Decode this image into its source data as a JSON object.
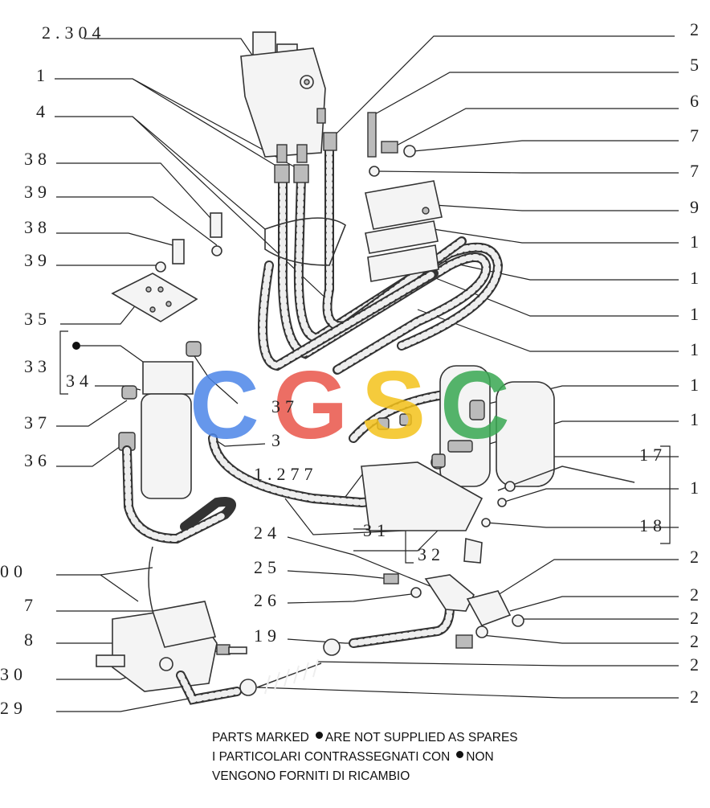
{
  "watermark": {
    "text": "CGSC",
    "colors": [
      "#4c86e8",
      "#e9554a",
      "#f4c21b",
      "#39a852"
    ]
  },
  "labels_left": [
    {
      "id": "a",
      "text": "2.304"
    },
    {
      "id": "b",
      "text": "1"
    },
    {
      "id": "c",
      "text": "4"
    },
    {
      "id": "d",
      "text": "38"
    },
    {
      "id": "e",
      "text": "39"
    },
    {
      "id": "f",
      "text": "38"
    },
    {
      "id": "g",
      "text": "39"
    },
    {
      "id": "h",
      "text": "35"
    },
    {
      "id": "i",
      "text": "33"
    },
    {
      "id": "j",
      "text": "34"
    },
    {
      "id": "k",
      "text": "37"
    },
    {
      "id": "l",
      "text": "36"
    },
    {
      "id": "m",
      "text": "00"
    },
    {
      "id": "n",
      "text": "7"
    },
    {
      "id": "o",
      "text": "8"
    },
    {
      "id": "p",
      "text": "30"
    },
    {
      "id": "q",
      "text": "29"
    }
  ],
  "labels_center": [
    {
      "id": "r",
      "text": "37"
    },
    {
      "id": "s",
      "text": "3"
    },
    {
      "id": "t",
      "text": "1.277"
    },
    {
      "id": "u",
      "text": "31"
    },
    {
      "id": "v",
      "text": "32"
    },
    {
      "id": "w",
      "text": "24"
    },
    {
      "id": "x",
      "text": "25"
    },
    {
      "id": "y",
      "text": "26"
    },
    {
      "id": "z",
      "text": "19"
    }
  ],
  "labels_right": [
    {
      "id": "r1",
      "text": "2"
    },
    {
      "id": "r2",
      "text": "5"
    },
    {
      "id": "r3",
      "text": "6"
    },
    {
      "id": "r4",
      "text": "7"
    },
    {
      "id": "r5",
      "text": "7"
    },
    {
      "id": "r6",
      "text": "9"
    },
    {
      "id": "r7",
      "text": "1"
    },
    {
      "id": "r8",
      "text": "1"
    },
    {
      "id": "r9",
      "text": "1"
    },
    {
      "id": "r10",
      "text": "1"
    },
    {
      "id": "r11",
      "text": "1"
    },
    {
      "id": "r12",
      "text": "1"
    },
    {
      "id": "r13",
      "text": "17"
    },
    {
      "id": "r14",
      "text": "1"
    },
    {
      "id": "r15",
      "text": "18"
    },
    {
      "id": "r16",
      "text": "2"
    },
    {
      "id": "r17",
      "text": "2"
    },
    {
      "id": "r18",
      "text": "2"
    },
    {
      "id": "r19",
      "text": "2"
    },
    {
      "id": "r20",
      "text": "2"
    },
    {
      "id": "r21",
      "text": "2"
    }
  ],
  "note": {
    "line1_a": "PARTS MARKED",
    "line1_b": "ARE NOT SUPPLIED AS SPARES",
    "line2_a": "I  PARTICOLARI  CONTRASSEGNATI  CON",
    "line2_b": "NON",
    "line3": "VENGONO FORNITI DI RICAMBIO"
  }
}
